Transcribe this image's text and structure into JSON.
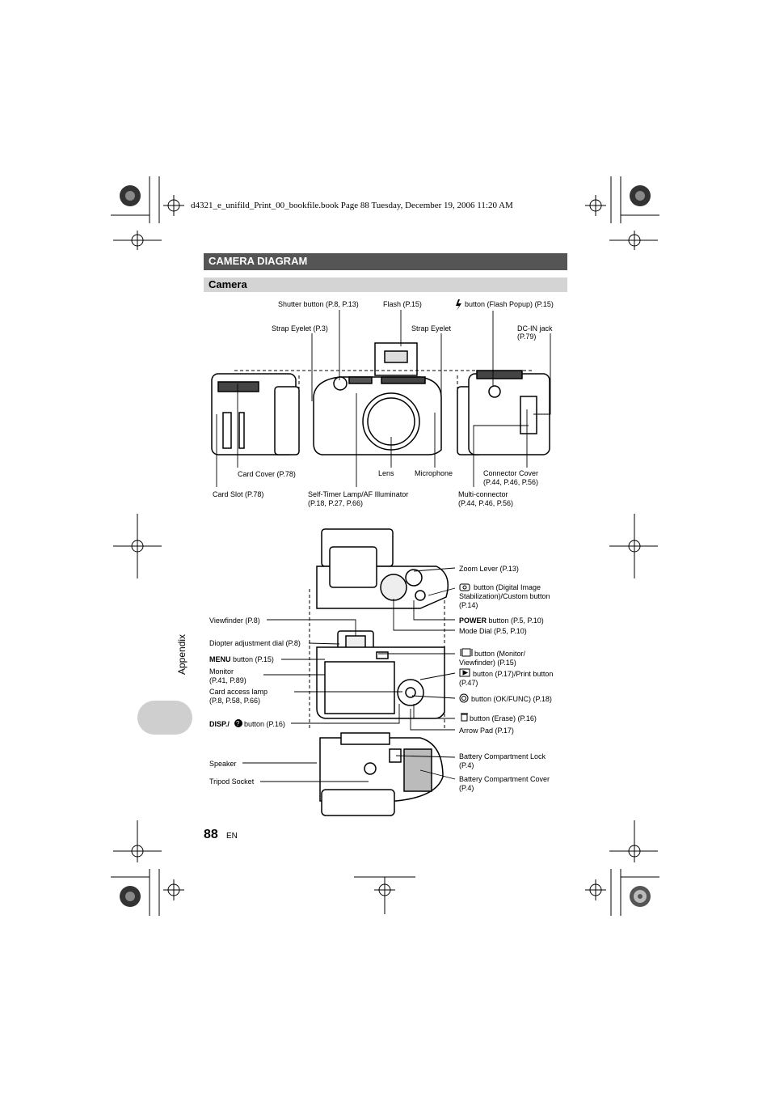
{
  "print_header": "d4321_e_unifild_Print_00_bookfile.book  Page 88  Tuesday, December 19, 2006  11:20 AM",
  "section": {
    "title": "CAMERA DIAGRAM",
    "subtitle": "Camera"
  },
  "side_tab": "Appendix",
  "footer": {
    "page_number": "88",
    "lang": "EN"
  },
  "labels": {
    "shutter": "Shutter button (P.8, P.13)",
    "flash": "Flash (P.15)",
    "flash_button": "button (Flash Popup) (P.15)",
    "strap_left": "Strap Eyelet (P.3)",
    "strap_right": "Strap Eyelet",
    "dcin_1": "DC-IN jack",
    "dcin_2": "(P.79)",
    "card_cover": "Card Cover (P.78)",
    "lens": "Lens",
    "microphone": "Microphone",
    "connector_1": "Connector Cover",
    "connector_2": "(P.44, P.46, P.56)",
    "card_slot": "Card Slot (P.78)",
    "selftimer_1": "Self-Timer Lamp/AF Illuminator",
    "selftimer_2": "(P.18, P.27, P.66)",
    "multi_1": "Multi-connector",
    "multi_2": "(P.44, P.46, P.56)",
    "zoom": "Zoom Lever (P.13)",
    "dis_1": "button (Digital Image",
    "dis_2": "Stabilization)/Custom button",
    "dis_3": "(P.14)",
    "power_word": "POWER",
    "power": "button (P.5, P.10)",
    "mode": "Mode Dial (P.5, P.10)",
    "viewfinder": "Viewfinder (P.8)",
    "diopter": "Diopter adjustment dial (P.8)",
    "monitor_btn_1": "button (Monitor/",
    "monitor_btn_2": "Viewfinder) (P.15)",
    "menu_word": "MENU",
    "menu": "button (P.15)",
    "monitor_1": "Monitor",
    "monitor_2": "(P.41, P.89)",
    "play_1": "button (P.17)/Print button",
    "play_2": "(P.47)",
    "cardlamp_1": "Card access lamp",
    "cardlamp_2": "(P.8, P.58, P.66)",
    "ok": "button (OK/FUNC) (P.18)",
    "disp_word": "DISP./",
    "disp": "button (P.16)",
    "erase": "button (Erase) (P.16)",
    "arrow": "Arrow Pad (P.17)",
    "speaker": "Speaker",
    "battlock_1": "Battery Compartment Lock",
    "battlock_2": "(P.4)",
    "tripod": "Tripod Socket",
    "battcover_1": "Battery Compartment Cover",
    "battcover_2": "(P.4)"
  }
}
